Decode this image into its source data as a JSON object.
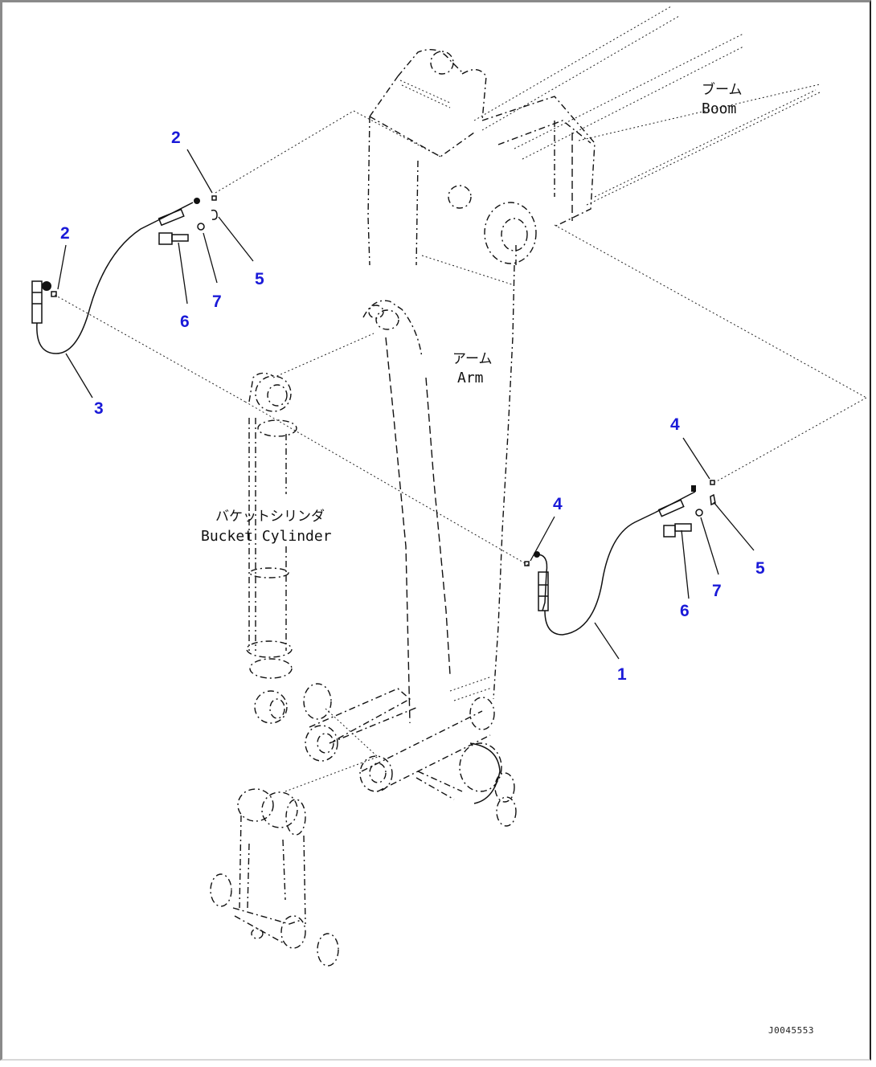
{
  "diagram": {
    "labels": {
      "boom_jp": "ブーム",
      "boom_en": "Boom",
      "arm_jp": "アーム",
      "arm_en": "Arm",
      "bucket_cylinder_jp": "バケットシリンダ",
      "bucket_cylinder_en": "Bucket Cylinder"
    },
    "callouts": [
      {
        "id": "c2a",
        "text": "2"
      },
      {
        "id": "c2b",
        "text": "2"
      },
      {
        "id": "c3",
        "text": "3"
      },
      {
        "id": "c5a",
        "text": "5"
      },
      {
        "id": "c6a",
        "text": "6"
      },
      {
        "id": "c7a",
        "text": "7"
      },
      {
        "id": "c4a",
        "text": "4"
      },
      {
        "id": "c4b",
        "text": "4"
      },
      {
        "id": "c5b",
        "text": "5"
      },
      {
        "id": "c6b",
        "text": "6"
      },
      {
        "id": "c7b",
        "text": "7"
      },
      {
        "id": "c1",
        "text": "1"
      }
    ],
    "drawing_code": "J0045553",
    "callout_color": "#1a1ad8"
  }
}
